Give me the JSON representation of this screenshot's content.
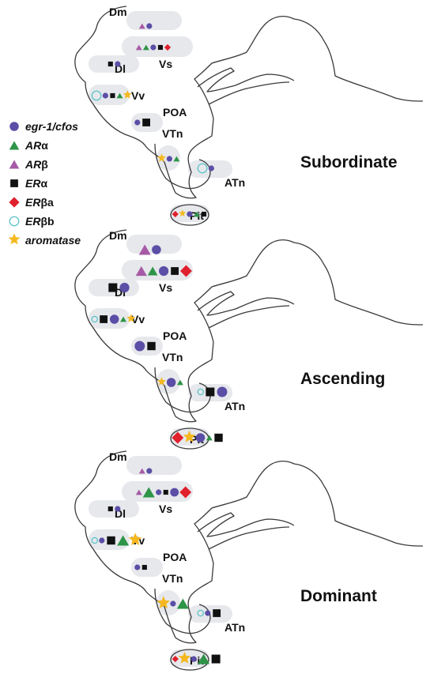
{
  "colors": {
    "egr": "#5b4ea6",
    "ara": "#2e9447",
    "arb": "#a65aa6",
    "era": "#111111",
    "erba": "#e0202c",
    "erbb": "#5cc3c8",
    "arom": "#f5b820",
    "blob": "#e6e8ec"
  },
  "legend": [
    {
      "marker": "egr",
      "italic": "egr-1/cfos",
      "greek": ""
    },
    {
      "marker": "ara",
      "italic": "AR",
      "greek": "α"
    },
    {
      "marker": "arb",
      "italic": "AR",
      "greek": "β"
    },
    {
      "marker": "era",
      "italic": "ER",
      "greek": "α"
    },
    {
      "marker": "erba",
      "italic": "ER",
      "greek": "βa"
    },
    {
      "marker": "erbb",
      "italic": "ER",
      "greek": "βb"
    },
    {
      "marker": "arom",
      "italic": "aromatase",
      "greek": ""
    }
  ],
  "regions": [
    "Dm",
    "Dl",
    "Vs",
    "Vv",
    "POA",
    "VTn",
    "ATn",
    "Pit"
  ],
  "panels": [
    {
      "condition": "Subordinate",
      "markers": {
        "Dm": [
          {
            "m": "arb",
            "s": 1
          },
          {
            "m": "egr",
            "s": 1
          }
        ],
        "Vs": [
          {
            "m": "arb",
            "s": 1
          },
          {
            "m": "ara",
            "s": 1
          },
          {
            "m": "egr",
            "s": 1
          },
          {
            "m": "era",
            "s": 1
          },
          {
            "m": "erba",
            "s": 1
          }
        ],
        "Dl": [
          {
            "m": "era",
            "s": 1
          },
          {
            "m": "egr",
            "s": 1
          }
        ],
        "Vv": [
          {
            "m": "erbb",
            "s": 1.6
          },
          {
            "m": "egr",
            "s": 1
          },
          {
            "m": "era",
            "s": 1
          },
          {
            "m": "ara",
            "s": 1
          },
          {
            "m": "arom",
            "s": 1.2
          }
        ],
        "POA": [
          {
            "m": "egr",
            "s": 1
          },
          {
            "m": "era",
            "s": 1.6
          }
        ],
        "VTn": [
          {
            "m": "arom",
            "s": 1.2
          },
          {
            "m": "egr",
            "s": 1
          },
          {
            "m": "ara",
            "s": 1
          }
        ],
        "ATn": [
          {
            "m": "erbb",
            "s": 1.6
          },
          {
            "m": "egr",
            "s": 1
          }
        ],
        "Pit": [
          {
            "m": "erba",
            "s": 1
          },
          {
            "m": "arom",
            "s": 1
          },
          {
            "m": "egr",
            "s": 1
          },
          {
            "m": "ara",
            "s": 1
          },
          {
            "m": "era",
            "s": 1
          }
        ]
      }
    },
    {
      "condition": "Ascending",
      "markers": {
        "Dm": [
          {
            "m": "arb",
            "s": 1.9
          },
          {
            "m": "egr",
            "s": 1.6
          }
        ],
        "Vs": [
          {
            "m": "arb",
            "s": 1.8
          },
          {
            "m": "ara",
            "s": 1.6
          },
          {
            "m": "egr",
            "s": 1.7
          },
          {
            "m": "era",
            "s": 1.6
          },
          {
            "m": "erba",
            "s": 1.8
          }
        ],
        "Dl": [
          {
            "m": "era",
            "s": 1.8
          },
          {
            "m": "egr",
            "s": 1.7
          }
        ],
        "Vv": [
          {
            "m": "erbb",
            "s": 1
          },
          {
            "m": "era",
            "s": 1.6
          },
          {
            "m": "egr",
            "s": 1.6
          },
          {
            "m": "ara",
            "s": 1
          },
          {
            "m": "arom",
            "s": 1.2
          }
        ],
        "POA": [
          {
            "m": "egr",
            "s": 1.8
          },
          {
            "m": "era",
            "s": 1.7
          }
        ],
        "VTn": [
          {
            "m": "arom",
            "s": 1.2
          },
          {
            "m": "egr",
            "s": 1.6
          },
          {
            "m": "ara",
            "s": 1
          }
        ],
        "ATn": [
          {
            "m": "erbb",
            "s": 1
          },
          {
            "m": "era",
            "s": 1.8
          },
          {
            "m": "egr",
            "s": 1.8
          }
        ],
        "Pit": [
          {
            "m": "erba",
            "s": 1.8
          },
          {
            "m": "arom",
            "s": 1.7
          },
          {
            "m": "egr",
            "s": 1.6
          },
          {
            "m": "ara",
            "s": 1
          },
          {
            "m": "era",
            "s": 1.7
          }
        ]
      }
    },
    {
      "condition": "Dominant",
      "markers": {
        "Dm": [
          {
            "m": "arb",
            "s": 1
          },
          {
            "m": "egr",
            "s": 1
          }
        ],
        "Vs": [
          {
            "m": "arb",
            "s": 1
          },
          {
            "m": "ara",
            "s": 1.9
          },
          {
            "m": "egr",
            "s": 1
          },
          {
            "m": "era",
            "s": 1
          },
          {
            "m": "egr",
            "s": 1.5
          },
          {
            "m": "erba",
            "s": 1.8
          }
        ],
        "Dl": [
          {
            "m": "era",
            "s": 1
          },
          {
            "m": "egr",
            "s": 1
          }
        ],
        "Vv": [
          {
            "m": "erbb",
            "s": 1
          },
          {
            "m": "egr",
            "s": 1
          },
          {
            "m": "era",
            "s": 1.7
          },
          {
            "m": "ara",
            "s": 1.9
          },
          {
            "m": "arom",
            "s": 1.8
          }
        ],
        "POA": [
          {
            "m": "egr",
            "s": 1
          },
          {
            "m": "era",
            "s": 1
          }
        ],
        "VTn": [
          {
            "m": "arom",
            "s": 1.8
          },
          {
            "m": "egr",
            "s": 1
          },
          {
            "m": "ara",
            "s": 1.9
          }
        ],
        "ATn": [
          {
            "m": "erbb",
            "s": 1
          },
          {
            "m": "egr",
            "s": 1
          },
          {
            "m": "era",
            "s": 1.6
          }
        ],
        "Pit": [
          {
            "m": "erba",
            "s": 1
          },
          {
            "m": "arom",
            "s": 1.7
          },
          {
            "m": "egr",
            "s": 1
          },
          {
            "m": "ara",
            "s": 1.9
          },
          {
            "m": "era",
            "s": 1.8
          }
        ]
      }
    }
  ]
}
